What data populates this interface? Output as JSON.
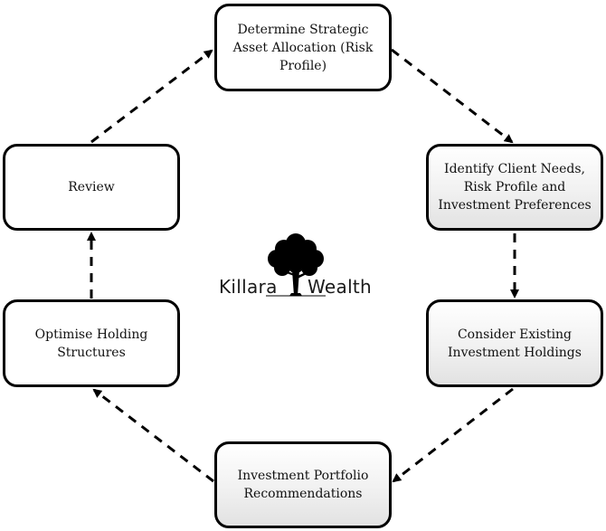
{
  "diagram": {
    "nodes": {
      "top": "Determine Strategic Asset Allocation (Risk Profile)",
      "right_upper": "Identify Client Needs, Risk Profile and Investment Preferences",
      "right_lower": "Consider Existing Investment Holdings",
      "bottom": "Investment Portfolio Recommendations",
      "left_lower": "Optimise Holding Structures",
      "left_upper": "Review"
    },
    "edges": [
      {
        "from": "top",
        "to": "right_upper"
      },
      {
        "from": "right_upper",
        "to": "right_lower"
      },
      {
        "from": "right_lower",
        "to": "bottom"
      },
      {
        "from": "bottom",
        "to": "left_lower"
      },
      {
        "from": "left_lower",
        "to": "left_upper"
      },
      {
        "from": "left_upper",
        "to": "top"
      }
    ],
    "edge_style": "dashed",
    "logo": {
      "word_left": "Killara",
      "word_right": "Wealth"
    }
  }
}
